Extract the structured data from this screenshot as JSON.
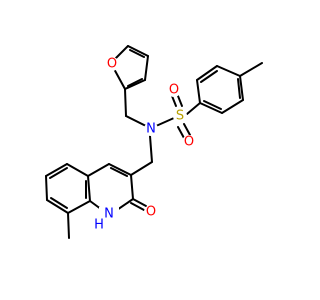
{
  "atoms": [
    {
      "id": "O_furan",
      "label": "O",
      "color": "#FF0000"
    },
    {
      "id": "N_sulfonamide",
      "label": "N",
      "color": "#0000FF"
    },
    {
      "id": "S",
      "label": "S",
      "color": "#B8A000"
    },
    {
      "id": "O_sulfonyl_1",
      "label": "O",
      "color": "#FF0000"
    },
    {
      "id": "O_sulfonyl_2",
      "label": "O",
      "color": "#FF0000"
    },
    {
      "id": "NH_quinolinone",
      "label": "H",
      "sublabel": "N",
      "color": "#0000FF"
    },
    {
      "id": "O_carbonyl",
      "label": "O",
      "color": "#FF0000"
    }
  ],
  "colors": {
    "bond": "#000000",
    "oxygen": "#FF0000",
    "nitrogen": "#0000FF",
    "sulfur": "#B8A000"
  }
}
